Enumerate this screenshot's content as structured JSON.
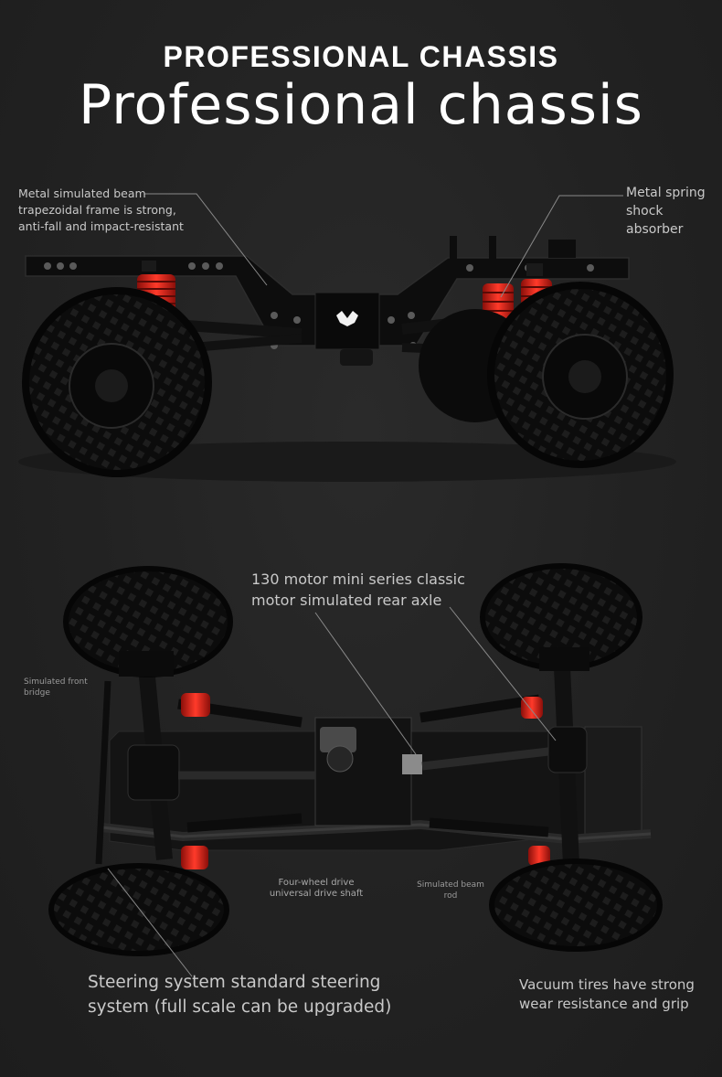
{
  "title": {
    "upper": "PROFESSIONAL CHASSIS",
    "lower": "Professional chassis"
  },
  "callouts": {
    "beam_frame": "Metal simulated beam trapezoidal frame is strong, anti-fall and impact-resistant",
    "spring_shock": "Metal spring shock absorber",
    "motor_axle": "130 motor mini series classic motor simulated rear axle",
    "front_bridge": "Simulated front bridge",
    "drive_shaft": "Four-wheel drive universal drive shaft",
    "beam_rod": "Simulated beam rod",
    "steering": "Steering system standard steering system (full scale can be upgraded)",
    "tires": "Vacuum tires have strong wear resistance and grip"
  },
  "colors": {
    "background": "#232323",
    "text": "#ffffff",
    "label": "#c9c9c9",
    "spring_red": "#e0251b",
    "chassis_black": "#0b0b0b"
  }
}
